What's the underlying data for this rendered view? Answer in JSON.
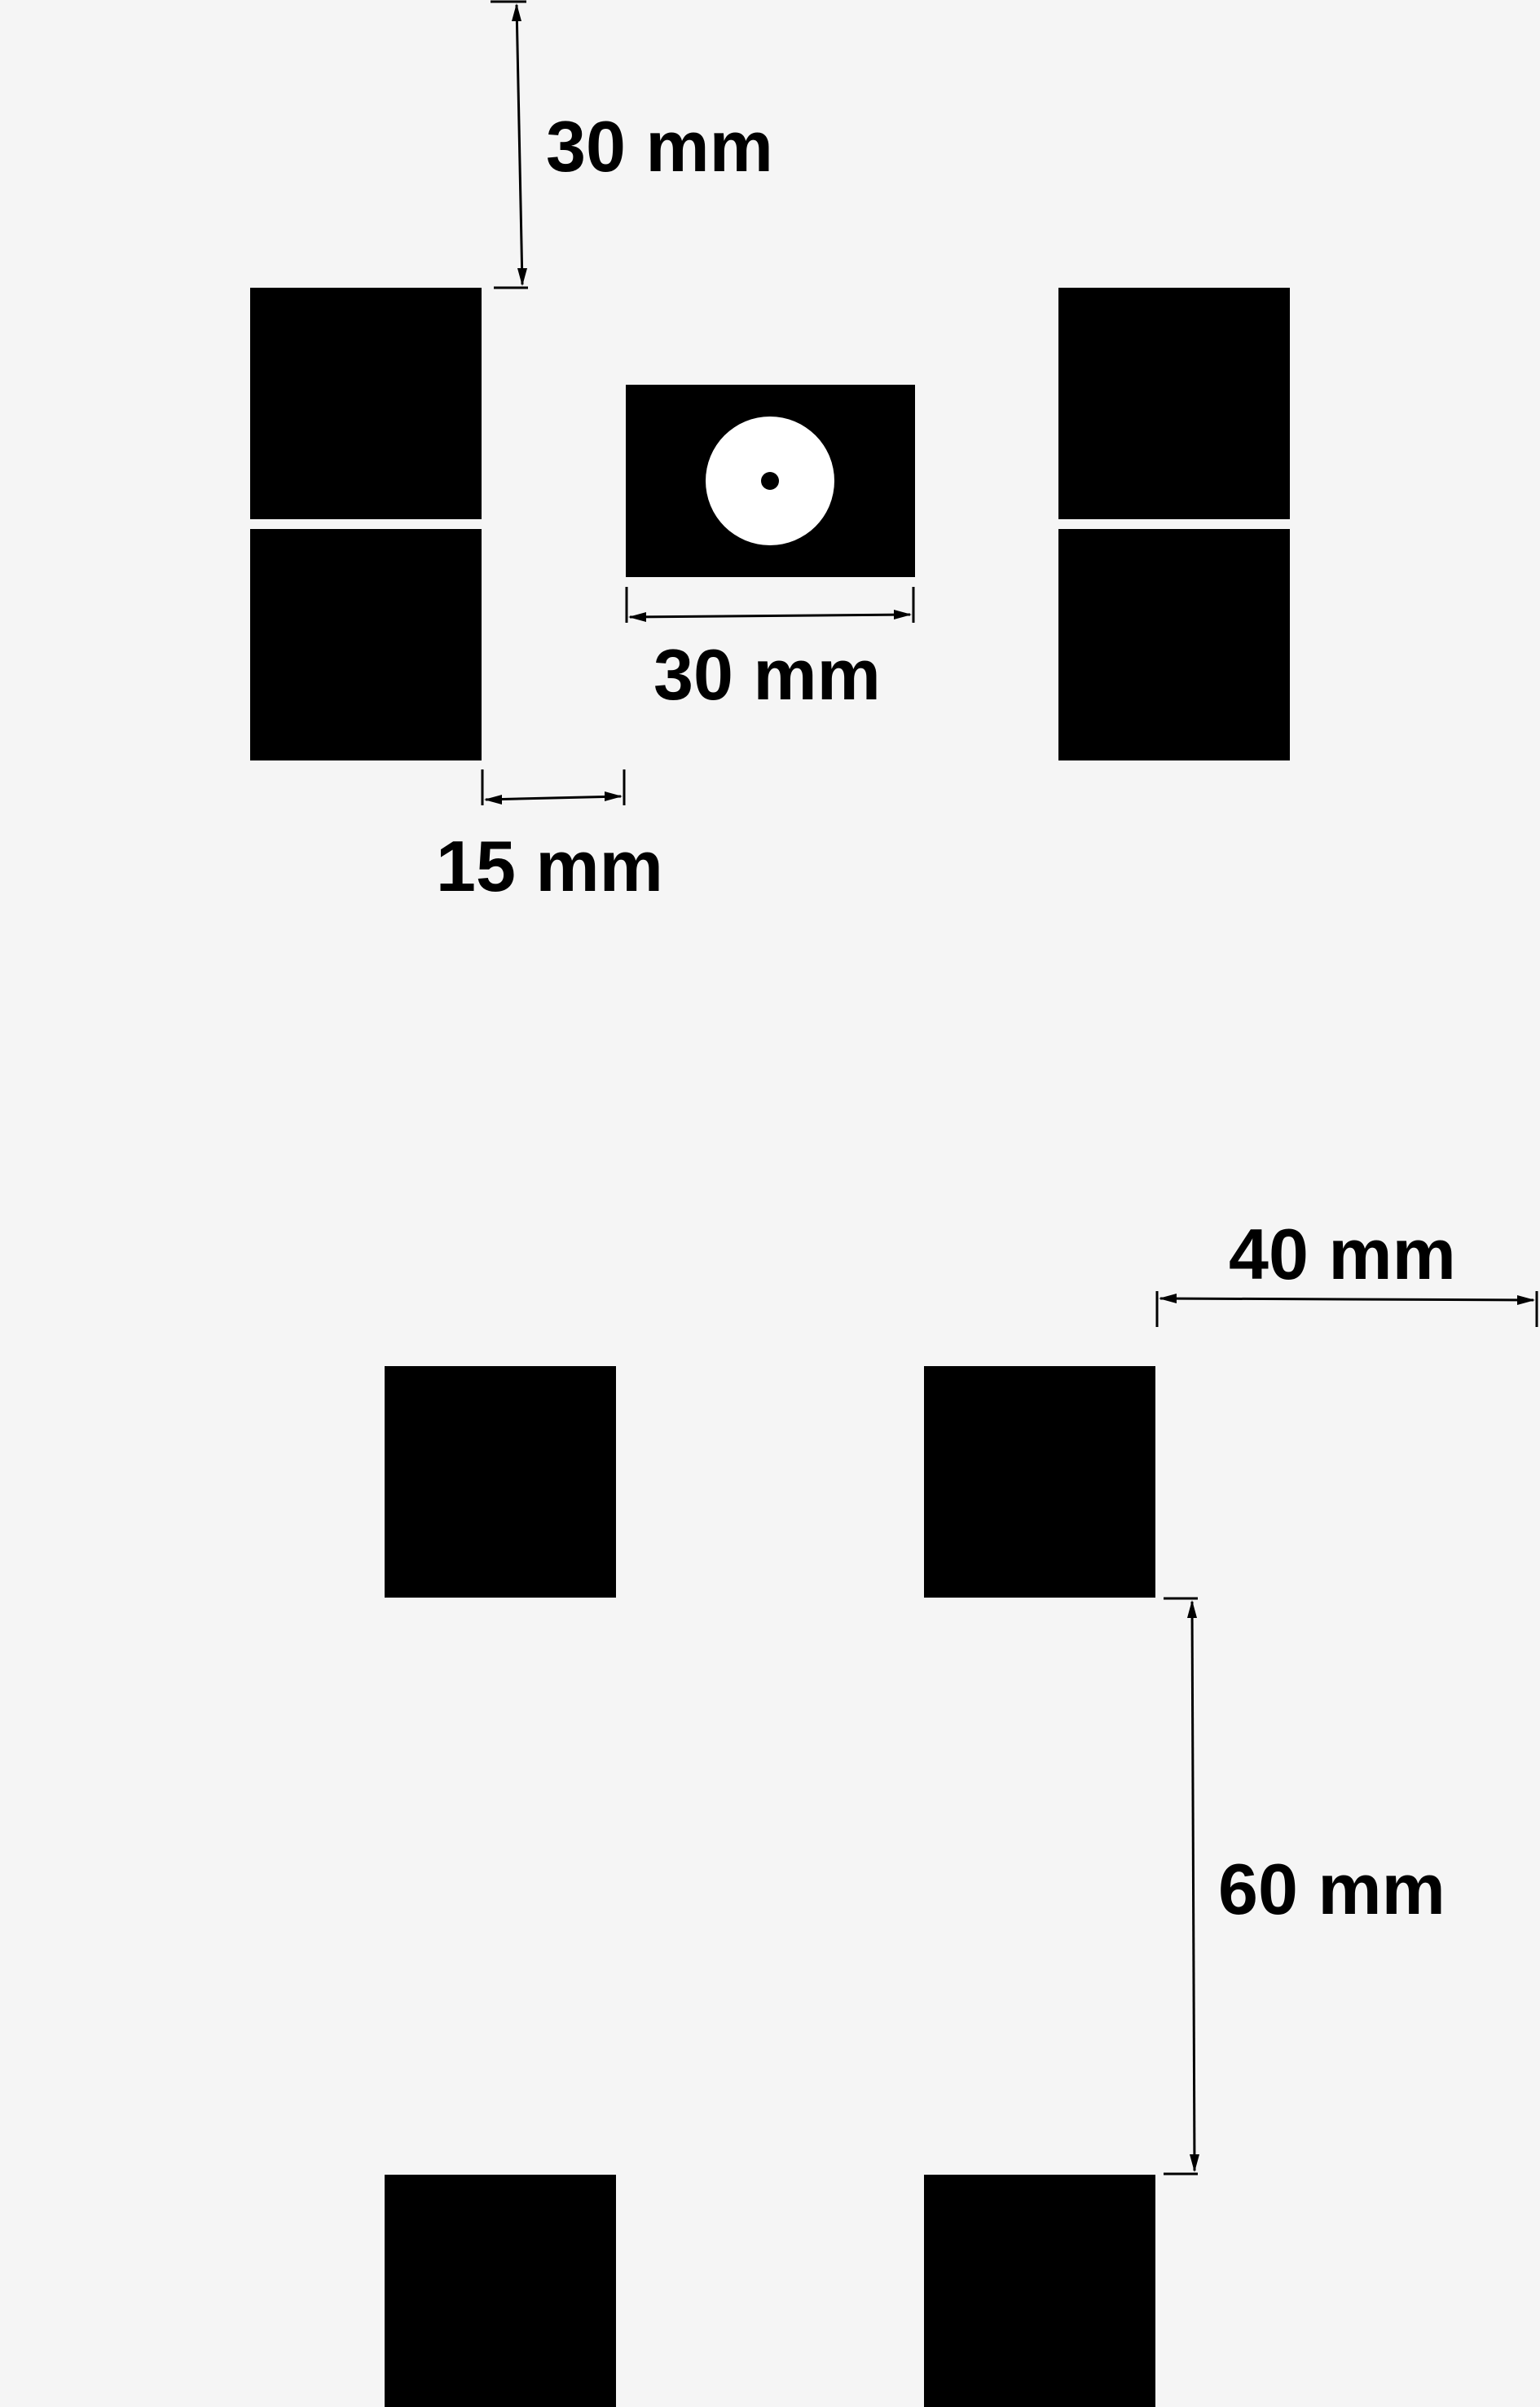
{
  "colors": {
    "background": "#f5f5f5",
    "block": "#000000",
    "marker": "#ffffff"
  },
  "dimensions": {
    "top_gap": "30 mm",
    "target_width": "30 mm",
    "side_gap": "15 mm",
    "right_offset": "40 mm",
    "vertical_spacing": "60 mm"
  }
}
